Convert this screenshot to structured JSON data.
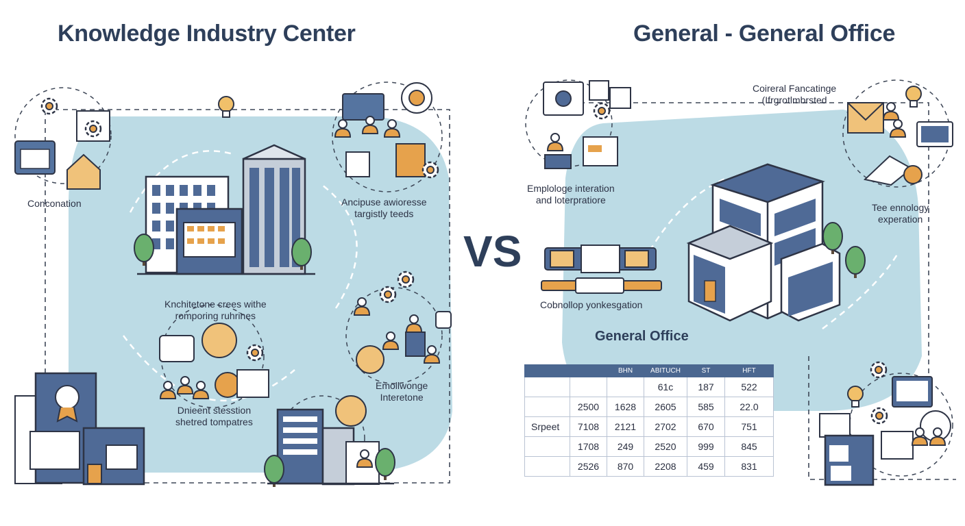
{
  "left": {
    "title": "Knowledge Industry Center",
    "labels": {
      "concentration": "Conconation",
      "anticipus": [
        "Ancipuse awioresse",
        "targistly teeds"
      ],
      "architecture": [
        "Knchitetone crees withe",
        "romporing ruhrines"
      ],
      "shared": [
        "Dnieent stesstion",
        "shetred tompatres"
      ],
      "emollience": [
        "Emollwonge",
        "Interetone"
      ]
    }
  },
  "vs_label": "VS",
  "right": {
    "title": "General - General Office",
    "labels": {
      "coireral": [
        "Coireral Fancatinge",
        "(Ifrgrotlmbrsted"
      ],
      "employee": [
        "Emplologe interation",
        "and loterpratiore"
      ],
      "technology": [
        "Tee ennology",
        "experation"
      ],
      "cobnollop": "Cobnollop yonkesgation"
    },
    "subtitle": "General Office",
    "table": {
      "headers": [
        "",
        "",
        "BHN",
        "ABITUCH",
        "ST",
        "HFT"
      ],
      "rows": [
        [
          "",
          "",
          "",
          "61c",
          "187",
          "522"
        ],
        [
          "",
          "2500",
          "1628",
          "2605",
          "585",
          "22.0"
        ],
        [
          "Srpeet",
          "7108",
          "2121",
          "2702",
          "670",
          "751"
        ],
        [
          "",
          "1708",
          "249",
          "2520",
          "999",
          "845"
        ],
        [
          "",
          "2526",
          "870",
          "2208",
          "459",
          "831"
        ]
      ]
    }
  },
  "colors": {
    "navy": "#2e3f5a",
    "blue": "#4f6a96",
    "light_blue": "#bcdbe5",
    "orange": "#e6a24c",
    "green": "#6ab06e"
  }
}
